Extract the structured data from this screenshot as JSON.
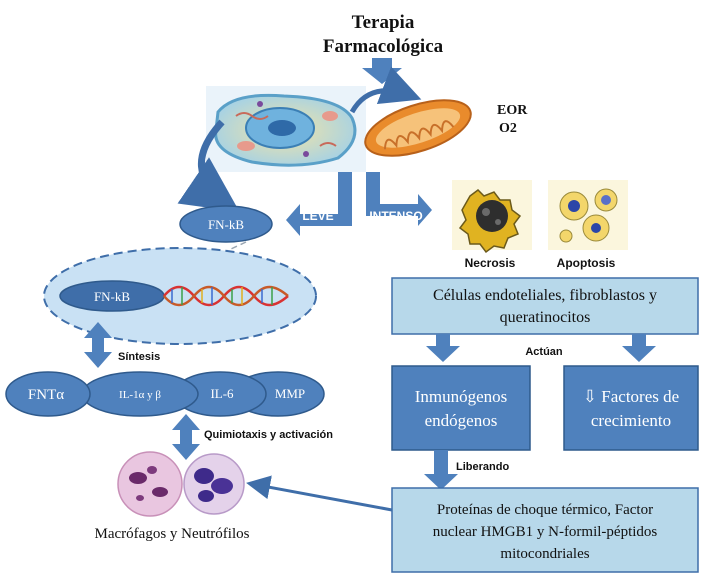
{
  "title": {
    "line1": "Terapia",
    "line2": "Farmacológica"
  },
  "eor": {
    "line1": "EOR",
    "line2": "O2"
  },
  "labels": {
    "leve": "LEVE",
    "intenso": "INTENSO",
    "fnkb_top": "FN-kB",
    "fnkb_nucleus": "FN-kB",
    "necrosis": "Necrosis",
    "apoptosis": "Apoptosis",
    "sintesis": "Síntesis",
    "quimiotaxis": "Quimiotaxis y activación",
    "actuan": "Actúan",
    "liberando": "Liberando",
    "cells_caption": "Macrófagos  y Neutrófilos"
  },
  "cytokines": [
    "FNTα",
    "IL-1α y β",
    "IL-6",
    "MMP"
  ],
  "boxes": {
    "celulas": {
      "line1": "Células endoteliales, fibroblastos y",
      "line2": "queratinocitos"
    },
    "inmunogenos": {
      "line1": "Inmunógenos",
      "line2": "endógenos"
    },
    "factores": {
      "line1": "⇩ Factores de",
      "line2": "crecimiento"
    },
    "proteinas": {
      "line1": "Proteínas de choque térmico, Factor",
      "line2": "nuclear HMGB1 y N-formil-péptidos",
      "line3": "mitocondriales"
    }
  },
  "colors": {
    "blue_dark": "#3f6ea9",
    "blue_mid": "#4f81bd",
    "box_fill": "#b7d8ea",
    "nucleus_fill": "#c9e1f4",
    "dna_red": "#d93232",
    "mito_orange": "#e98b2c"
  }
}
